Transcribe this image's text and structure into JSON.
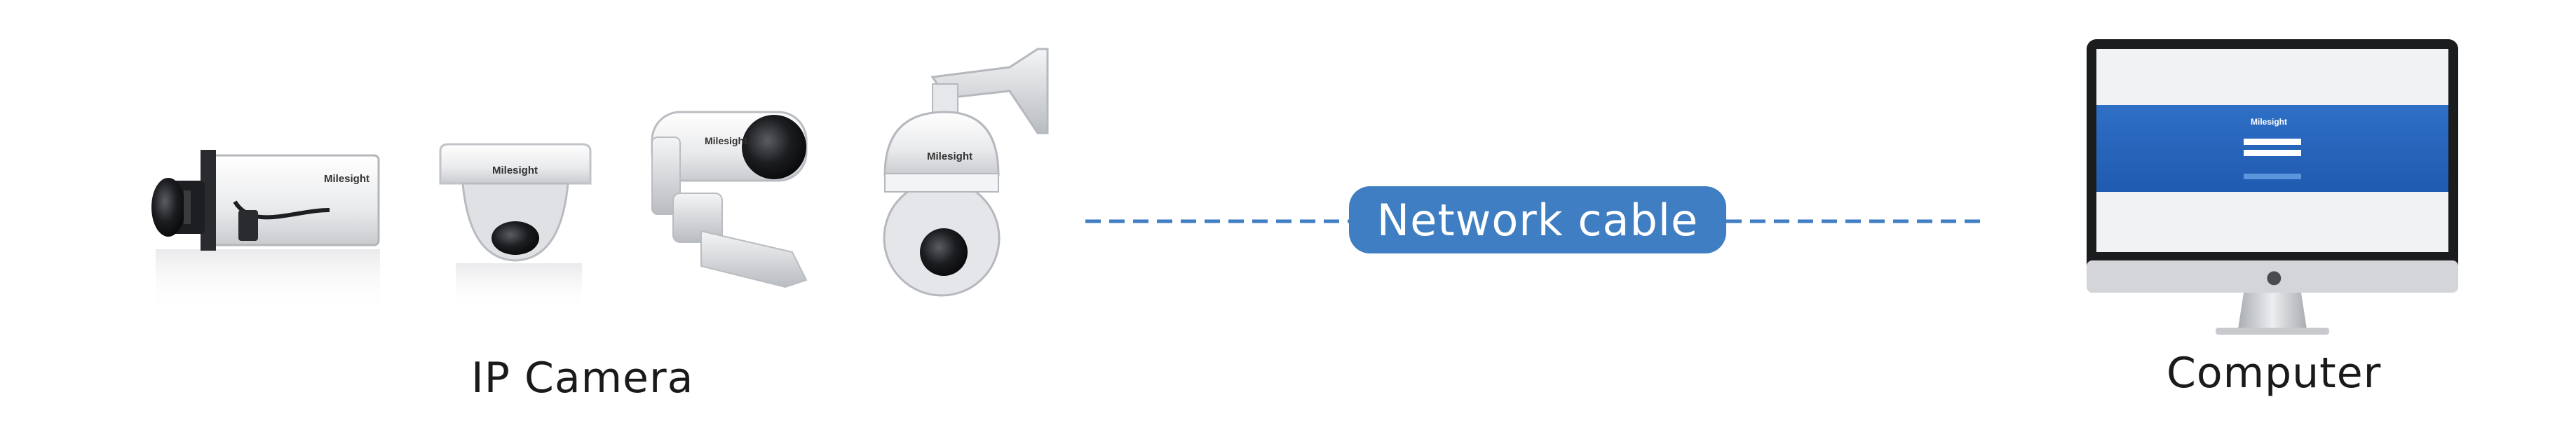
{
  "camera_group": {
    "label": "IP Camera",
    "brand": "Milesight",
    "cameras": [
      {
        "name": "box-camera"
      },
      {
        "name": "dome-camera"
      },
      {
        "name": "ptz-bullet-camera"
      },
      {
        "name": "speed-dome-camera"
      }
    ]
  },
  "connection": {
    "label": "Network cable",
    "color": "#3f7ec2"
  },
  "computer": {
    "label": "Computer",
    "screen_brand": "Milesight"
  }
}
